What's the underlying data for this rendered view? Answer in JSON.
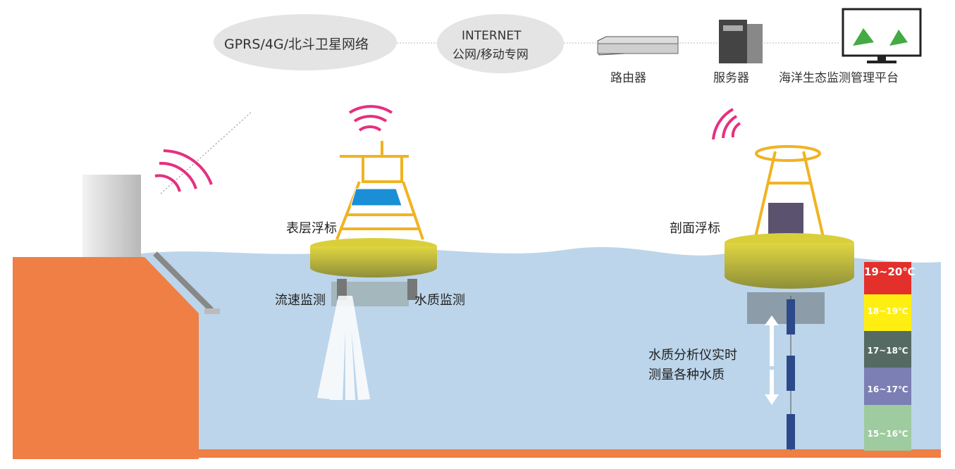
{
  "network": {
    "gprs": "GPRS/4G/北斗卫星网络",
    "internet_line1": "INTERNET",
    "internet_line2": "公网/移动专网",
    "router": "路由器",
    "server": "服务器",
    "platform": "海洋生态监测管理平台"
  },
  "buoys": {
    "surface": "表层浮标",
    "flow": "流速监测",
    "water_quality": "水质监测",
    "profile": "剖面浮标",
    "analyzer_line1": "水质分析仪实时",
    "analyzer_line2": "测量各种水质"
  },
  "temperature_bands": [
    "19~20℃",
    "18~19℃",
    "17~18℃",
    "16~17℃",
    "15~16℃"
  ],
  "colors": {
    "water": "#bcd5ea",
    "shore": "#f07f45",
    "signal": "#e6307f",
    "buoy": "#c9c238",
    "tower": "#f0b323"
  }
}
